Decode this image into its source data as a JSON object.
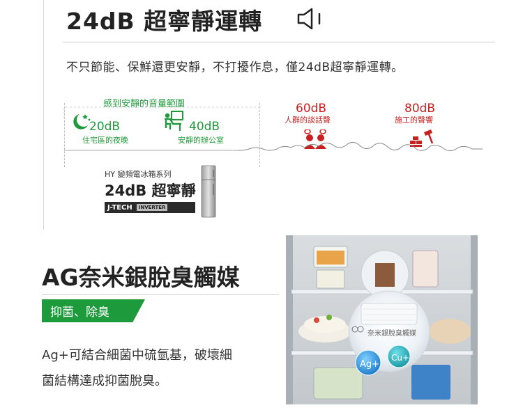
{
  "section1": {
    "title": "24dB 超寧靜運轉",
    "description": "不只節能、保鮮還更安靜，不打擾作息，僅24dB超寧靜運轉。",
    "scale_heading": "感到安靜的音量範圍",
    "levels": [
      {
        "db": "20dB",
        "label": "住宅區的夜晚",
        "icon": "moon-stars-icon"
      },
      {
        "db": "40dB",
        "label": "安靜的辦公室",
        "icon": "office-worker-icon"
      },
      {
        "db": "60dB",
        "label": "人群的談話聲",
        "icon": "people-talking-icon"
      },
      {
        "db": "80dB",
        "label": "施工的聲響",
        "icon": "construction-hammer-icon"
      }
    ],
    "product_series": "HY 變頻電冰箱系列",
    "product_quiet": "24dB 超寧靜",
    "badge_main": "J-TECH",
    "badge_sub": "INVERTER",
    "colors": {
      "quiet": "#1f9a3a",
      "loud": "#c8201f"
    }
  },
  "section2": {
    "title": "AG奈米銀脫臭觸媒",
    "tag": "抑菌、除臭",
    "desc_line1": "Ag+可結合細菌中硫氫基，破壞細",
    "desc_line2": "菌結構達成抑菌脫臭。",
    "photo_caption": "奈米銀脫臭觸媒",
    "bubble_ag": "Ag+",
    "bubble_cu": "Cu+",
    "accent": "#1c9a3c"
  }
}
